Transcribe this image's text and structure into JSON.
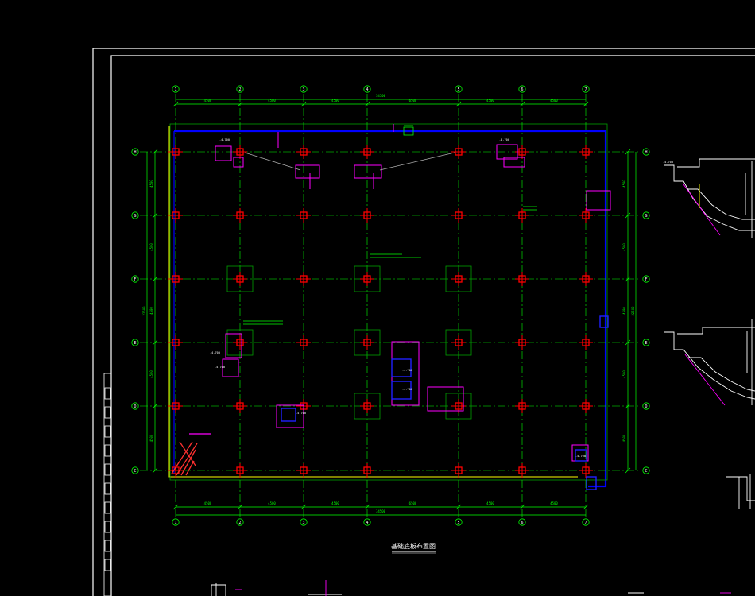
{
  "drawing": {
    "title": "基础底板布置图",
    "colors": {
      "background": "#000000",
      "frame": "#ffffff",
      "grid_axis": "#00ff00",
      "column": "#ff0000",
      "annotation": "#ff00ff",
      "slab_edge": "#0000ff",
      "pile_cap": "#00a000",
      "yellow_edge": "#ffff00",
      "section_lines": "#ffffff"
    },
    "x_axes": [
      "1",
      "2",
      "3",
      "4",
      "5",
      "6",
      "7"
    ],
    "y_axes": [
      "H",
      "G",
      "F",
      "E",
      "D",
      "C"
    ],
    "x_spans_top": [
      "4500",
      "4500",
      "4500",
      "6500",
      "4500",
      "4500"
    ],
    "x_total_top": "34500",
    "x_spans_bottom": [
      "4500",
      "4500",
      "4500",
      "6500",
      "4500",
      "4500"
    ],
    "x_total_bottom": "34500",
    "y_spans_left": [
      "4500",
      "4500",
      "4500",
      "4500",
      "4500"
    ],
    "y_total_left": "22500",
    "y_spans_right": [
      "4500",
      "4500",
      "4500",
      "4500",
      "4500"
    ],
    "y_total_right": "22500",
    "elevation_labels": [
      "-4.700",
      "-4.700",
      "-4.700",
      "-4.700",
      "-4.700",
      "-4.700",
      "-4.700",
      "-4.700",
      "-4.700"
    ]
  }
}
